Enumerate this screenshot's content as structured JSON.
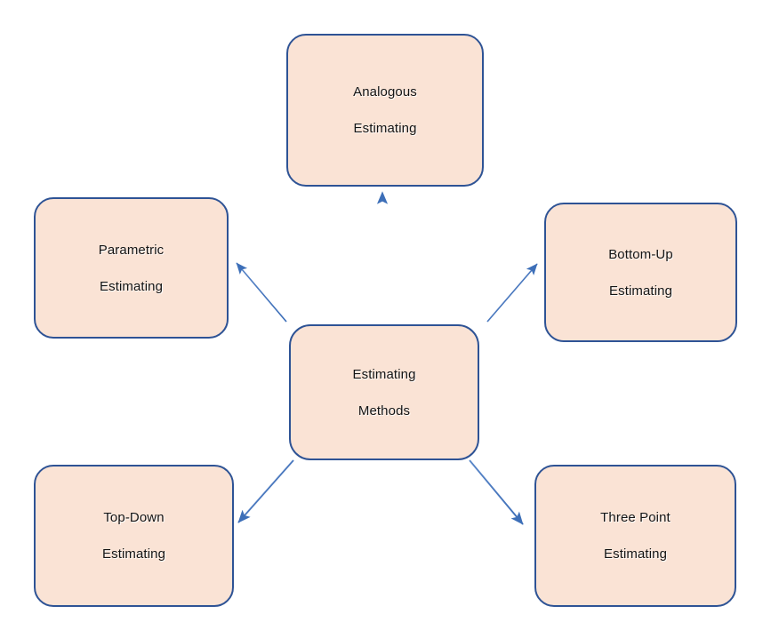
{
  "diagram": {
    "type": "radial-hub-and-spoke",
    "title": "Estimating Methods",
    "colors": {
      "node_fill": "#FAE3D5",
      "node_border": "#2E5395",
      "arrow": "#3D6FB8",
      "text": "#141414",
      "background": "#FFFFFF"
    },
    "center": {
      "id": "estimating-methods",
      "line1": "Estimating",
      "line2": "Methods"
    },
    "nodes": [
      {
        "id": "analogous-estimating",
        "position": "top",
        "line1": "Analogous",
        "line2": "Estimating"
      },
      {
        "id": "parametric-estimating",
        "position": "upper-left",
        "line1": "Parametric",
        "line2": "Estimating"
      },
      {
        "id": "bottom-up-estimating",
        "position": "upper-right",
        "line1": "Bottom-Up",
        "line2": "Estimating"
      },
      {
        "id": "top-down-estimating",
        "position": "lower-left",
        "line1": "Top-Down",
        "line2": "Estimating"
      },
      {
        "id": "three-point-estimating",
        "position": "lower-right",
        "line1": "Three Point",
        "line2": "Estimating"
      }
    ],
    "connectors": [
      {
        "id": "center-to-analogous",
        "from": "estimating-methods",
        "to": "analogous-estimating",
        "direction": "up",
        "arrowhead": "end"
      },
      {
        "id": "center-to-parametric",
        "from": "estimating-methods",
        "to": "parametric-estimating",
        "direction": "up-left",
        "arrowhead": "end"
      },
      {
        "id": "center-to-bottom-up",
        "from": "estimating-methods",
        "to": "bottom-up-estimating",
        "direction": "up-right",
        "arrowhead": "end"
      },
      {
        "id": "center-to-top-down",
        "from": "estimating-methods",
        "to": "top-down-estimating",
        "direction": "down-left",
        "arrowhead": "end"
      },
      {
        "id": "center-to-three-point",
        "from": "estimating-methods",
        "to": "three-point-estimating",
        "direction": "down-right",
        "arrowhead": "end"
      }
    ]
  }
}
